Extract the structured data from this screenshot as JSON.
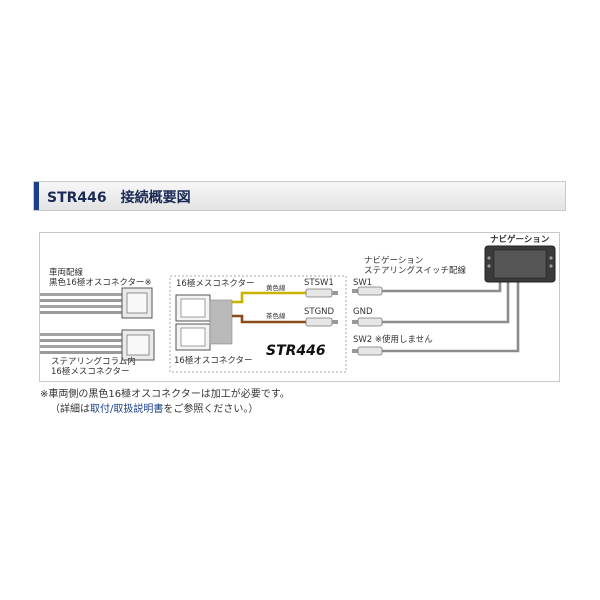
{
  "header": {
    "model": "STR446",
    "title": "接続概要図"
  },
  "diagram": {
    "vehicle_connector_label": [
      "車両配線",
      "黒色16極オスコネクター※"
    ],
    "column_connector_label": [
      "ステアリングコラム内",
      "16極メスコネクター"
    ],
    "female16_label": "16極メスコネクター",
    "male16_label": "16極オスコネクター",
    "yellow_wire_label": "黄色線",
    "brown_wire_label": "茶色線",
    "stsw1_label": "STSW1",
    "stgnd_label": "STGND",
    "product_label": "STR446",
    "nav_wiring_label": [
      "ナビゲーション",
      "ステアリングスイッチ配線"
    ],
    "sw1_label": "SW1",
    "gnd_label": "GND",
    "sw2_label": "SW2 ※使用しません",
    "navigation_label": "ナビゲーション",
    "colors": {
      "wire_gray": "#8c8c8c",
      "wire_yellow": "#c8b400",
      "wire_brown": "#8b4a1a",
      "accent": "#1c3f8a"
    }
  },
  "notes": {
    "line1": "※車両側の黒色16極オスコネクターは加工が必要です。",
    "line2_prefix": "（詳細は",
    "line2_link": "取付/取扱説明書",
    "line2_suffix": "をご参照ください。）"
  }
}
